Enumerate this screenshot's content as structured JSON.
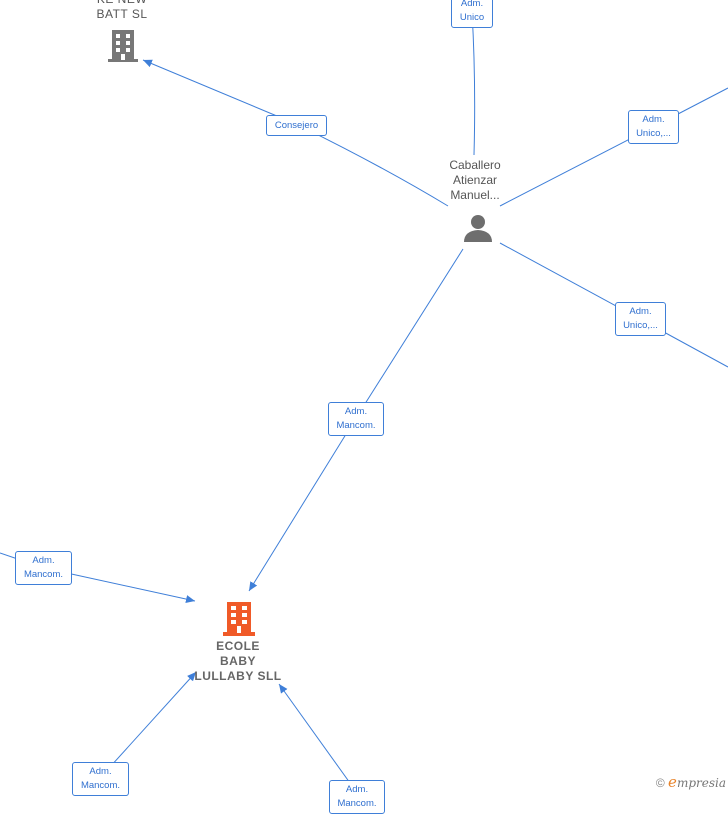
{
  "nodes": {
    "person": {
      "label": "Caballero\nAtienzar\nManuel..."
    },
    "company_top": {
      "label": "KE NEW\nBATT  SL"
    },
    "company_main": {
      "label": "ECOLE\nBABY\nLULLABY  SLL"
    }
  },
  "relations": {
    "top_adm": "Adm.\nUnico",
    "consejero": "Consejero",
    "right_upper": "Adm.\nUnico,...",
    "right_lower": "Adm.\nUnico,...",
    "center_mancom": "Adm.\nMancom.",
    "left_mancom": "Adm.\nMancom.",
    "bottom_left_mancom": "Adm.\nMancom.",
    "bottom_right": "Adm.\nMancom."
  },
  "brand": {
    "copyright": "©",
    "initial": "e",
    "rest": "mpresia"
  },
  "colors": {
    "edge": "#3f7fd8",
    "accent": "#f05a28",
    "icon_gray": "#777777"
  }
}
